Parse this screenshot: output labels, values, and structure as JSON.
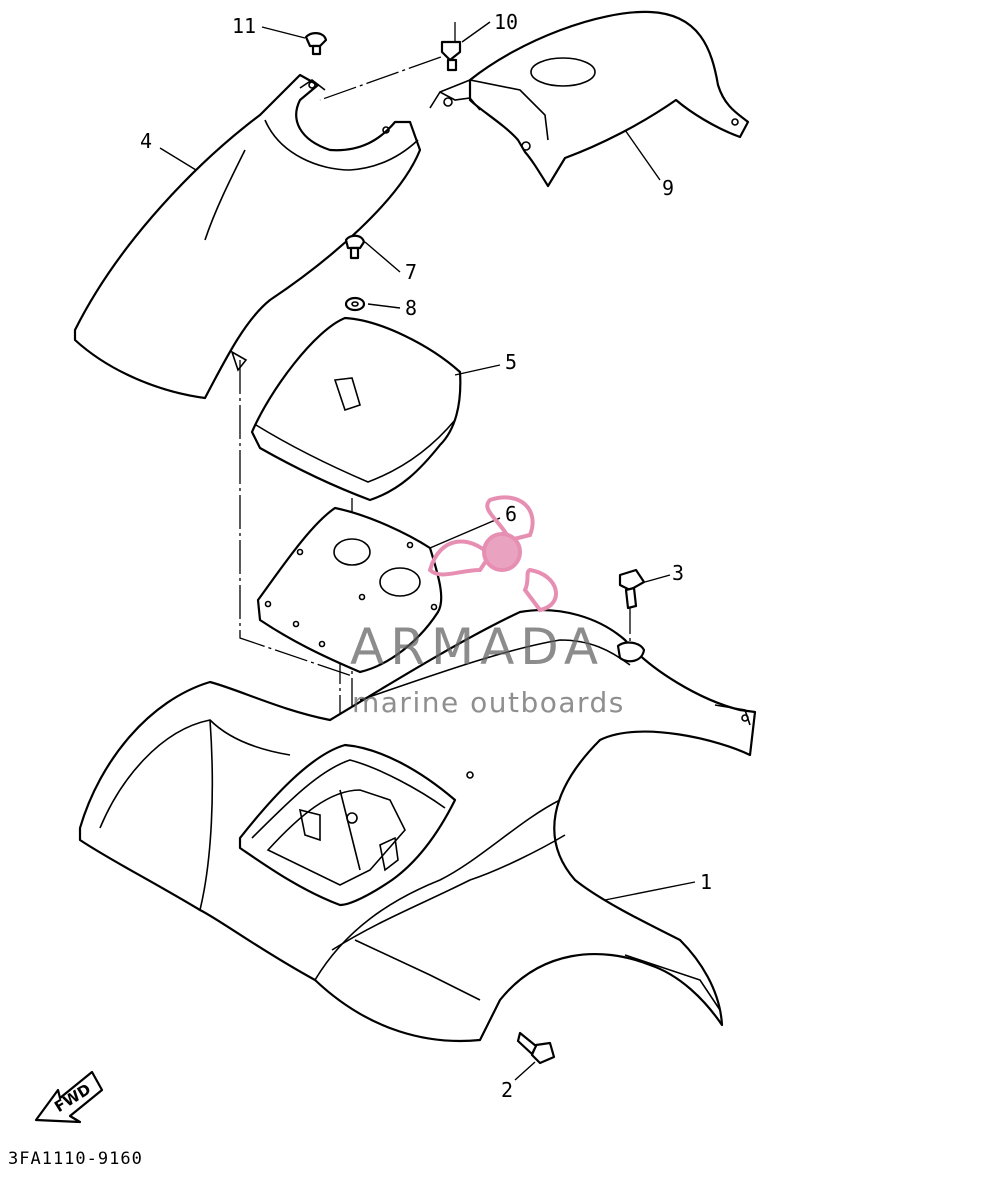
{
  "diagram": {
    "callouts": [
      "1",
      "2",
      "3",
      "4",
      "5",
      "6",
      "7",
      "8",
      "9",
      "10",
      "11"
    ],
    "diagram_code": "3FA1110-9160",
    "fwd_label": "FWD",
    "watermark": {
      "name": "ARMADA",
      "subtitle": "marine outboards",
      "logo_colors": [
        "#e78fb3",
        "#f5c6d9"
      ]
    }
  }
}
